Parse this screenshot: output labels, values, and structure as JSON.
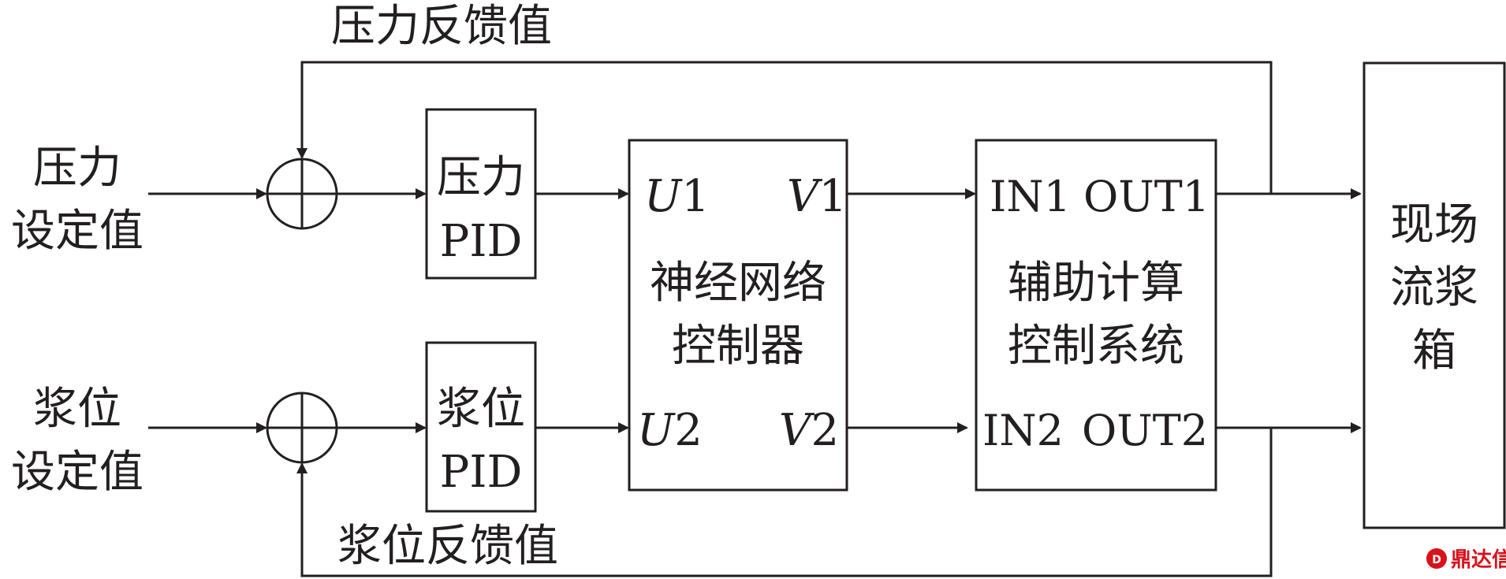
{
  "feedback": {
    "pressure": "压力反馈值",
    "level": "浆位反馈值"
  },
  "inputs": {
    "pressure_line1": "压力",
    "pressure_line2": "设定值",
    "level_line1": "浆位",
    "level_line2": "设定值"
  },
  "pid": {
    "pressure_line1": "压力",
    "pressure_line2": "PID",
    "level_line1": "浆位",
    "level_line2": "PID"
  },
  "nn": {
    "u1": "U",
    "u1_num": "1",
    "v1": "V",
    "v1_num": "1",
    "u2": "U",
    "u2_num": "2",
    "v2": "V",
    "v2_num": "2",
    "title_line1": "神经网络",
    "title_line2": "控制器"
  },
  "aux": {
    "in1": "IN1",
    "out1": "OUT1",
    "in2": "IN2",
    "out2": "OUT2",
    "title_line1": "辅助计算",
    "title_line2": "控制系统"
  },
  "headbox": {
    "line1": "现场",
    "line2": "流浆",
    "line3": "箱"
  },
  "watermark": {
    "text": "鼎达信",
    "color": "#d7121c"
  }
}
